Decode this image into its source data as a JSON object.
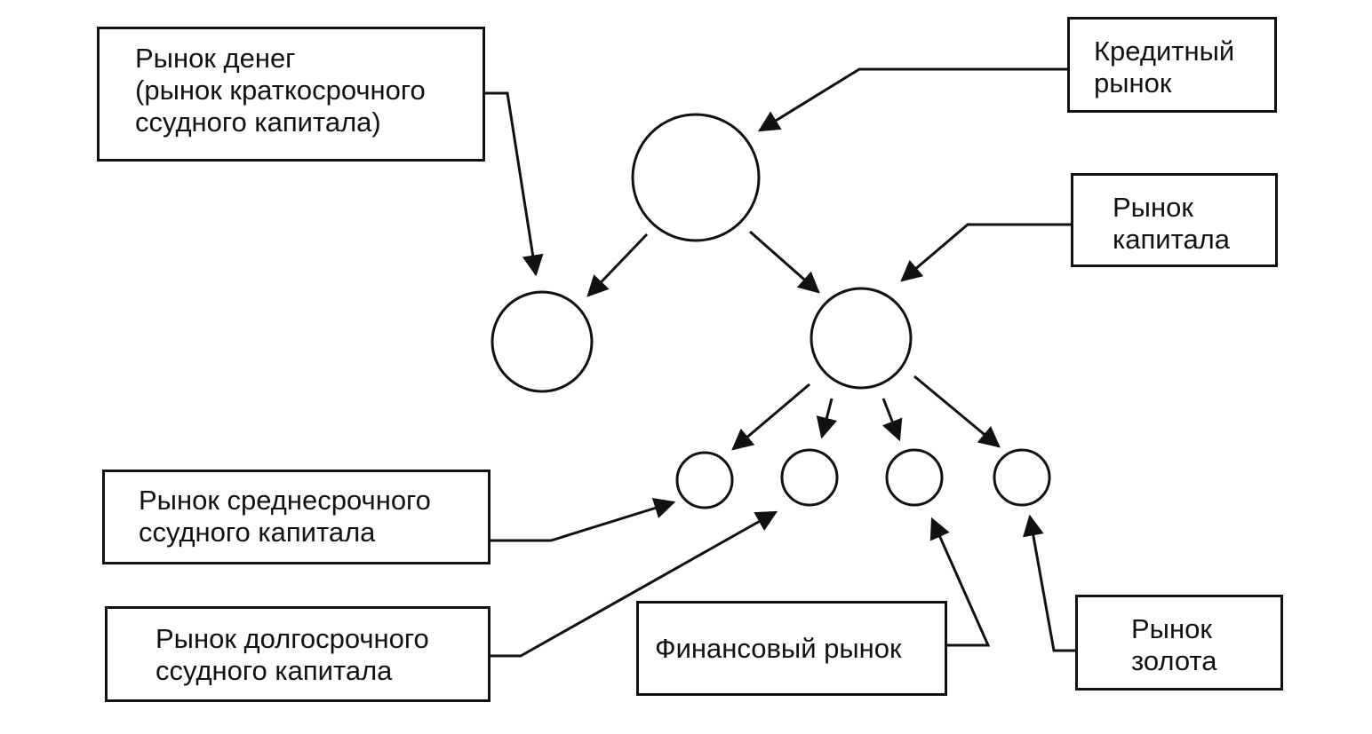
{
  "boxes": {
    "money_market": "Рынок денег\n(рынок краткосрочного\nссудного капитала)",
    "credit_market": "Кредитный\nрынок",
    "capital_market": "Рынок\nкапитала",
    "medium_term": "Рынок среднесрочного\nссудного капитала",
    "long_term": "Рынок долгосрочного\nссудного капитала",
    "financial_market": "Финансовый рынок",
    "gold_market": "Рынок\nзолота"
  },
  "colors": {
    "line": "#111111",
    "background": "#ffffff"
  }
}
